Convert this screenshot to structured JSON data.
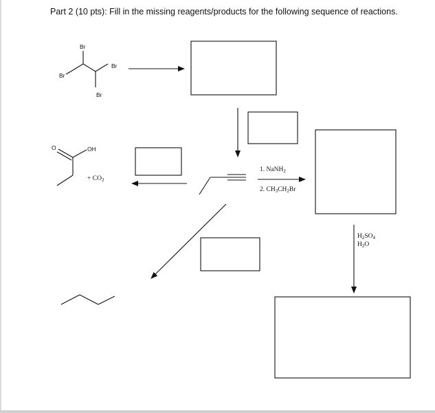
{
  "header": {
    "title": "Part 2 (10 pts): Fill in the missing reagents/products for the following sequence of reactions."
  },
  "molecules": {
    "tetrabromide": {
      "atoms": [
        "Br",
        "Br",
        "Br",
        "Br"
      ]
    },
    "acid": {
      "oxygen": "O",
      "hydroxyl": "OH"
    }
  },
  "reagents": {
    "co2": {
      "prefix": "+ CO",
      "sub": "2"
    },
    "step1": {
      "prefix": "1. NaNH",
      "sub": "2"
    },
    "step2": {
      "a": "2. CH",
      "s1": "3",
      "b": "CH",
      "s2": "2",
      "c": "Br"
    },
    "acid_water": {
      "line1": "H",
      "s1": "2",
      "line1b": "SO",
      "s2": "4",
      "line2": "H",
      "s3": "2",
      "line2b": "O"
    }
  }
}
